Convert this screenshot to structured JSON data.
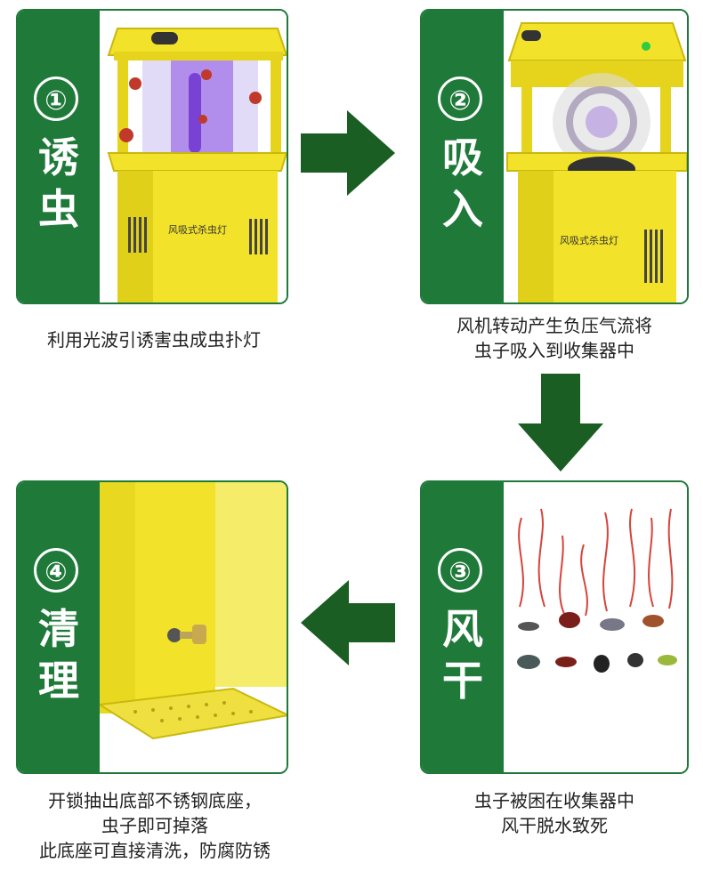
{
  "steps": [
    {
      "num": "①",
      "title": "诱虫",
      "caption_lines": [
        "利用光波引诱害虫成虫扑灯"
      ]
    },
    {
      "num": "②",
      "title": "吸入",
      "caption_lines": [
        "风机转动产生负压气流将",
        "虫子吸入到收集器中"
      ]
    },
    {
      "num": "③",
      "title": "风干",
      "caption_lines": [
        "虫子被困在收集器中",
        "风干脱水致死"
      ]
    },
    {
      "num": "④",
      "title": "清理",
      "caption_lines": [
        "开锁抽出底部不锈钢底座，",
        "虫子即可掉落",
        "此底座可直接清洗，防腐防锈"
      ]
    }
  ],
  "device_text": "风吸式杀虫灯",
  "colors": {
    "green": "#1f7a3a",
    "yellow": "#f2e22a",
    "dark_arrow": "#1a5e23"
  }
}
